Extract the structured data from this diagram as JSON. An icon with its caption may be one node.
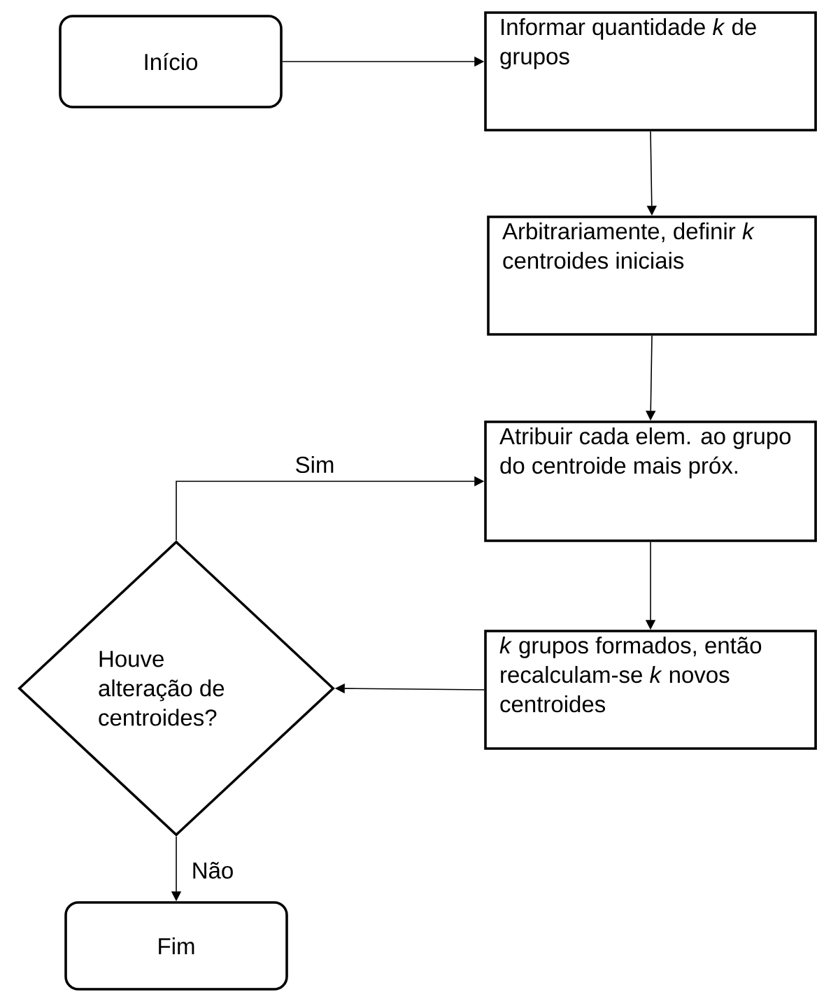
{
  "diagram": {
    "nodes": [
      {
        "text": [
          "Início"
        ]
      },
      {
        "text": [
          "Informar quantidade *k* de grupos"
        ]
      },
      {
        "text": [
          "Arbitrariamente, definir *k* centroides iniciais"
        ]
      },
      {
        "text": [
          "Atribuir cada elem. ao grupo do centroide mais próx."
        ]
      },
      {
        "text": [
          "*k* grupos formados, então recalculam-se *k* novos centroides"
        ]
      },
      {
        "text": [
          "Houve alteração de centroides?"
        ]
      },
      {
        "text": [
          "Fim"
        ]
      }
    ],
    "edges": [
      {
        "from": 0,
        "to": 1,
        "arrow": "to"
      },
      {
        "from": 1,
        "to": 2,
        "arrow": "to"
      },
      {
        "from": 2,
        "to": 3,
        "arrow": "to"
      },
      {
        "from": 3,
        "to": 4,
        "arrow": "to"
      },
      {
        "from": 4,
        "to": 5,
        "arrow": "to"
      },
      {
        "from": 5,
        "to": 3,
        "arrow": "to",
        "label": "Sim"
      },
      {
        "from": 5,
        "to": 6,
        "arrow": "to",
        "label": "Não"
      }
    ]
  }
}
